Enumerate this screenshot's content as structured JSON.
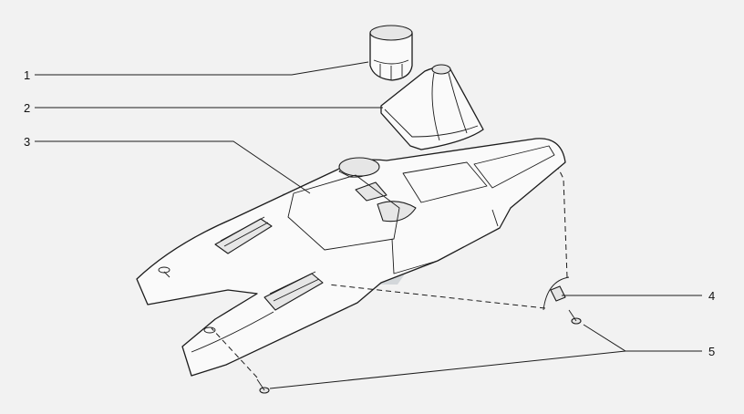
{
  "diagram": {
    "callouts": [
      {
        "id": "1",
        "label": "1"
      },
      {
        "id": "2",
        "label": "2"
      },
      {
        "id": "3",
        "label": "3"
      },
      {
        "id": "4",
        "label": "4"
      },
      {
        "id": "5",
        "label": "5"
      }
    ],
    "colors": {
      "background": "#f2f2f2",
      "line": "#1c1c1c",
      "watermark": "#6b7a8a"
    }
  }
}
